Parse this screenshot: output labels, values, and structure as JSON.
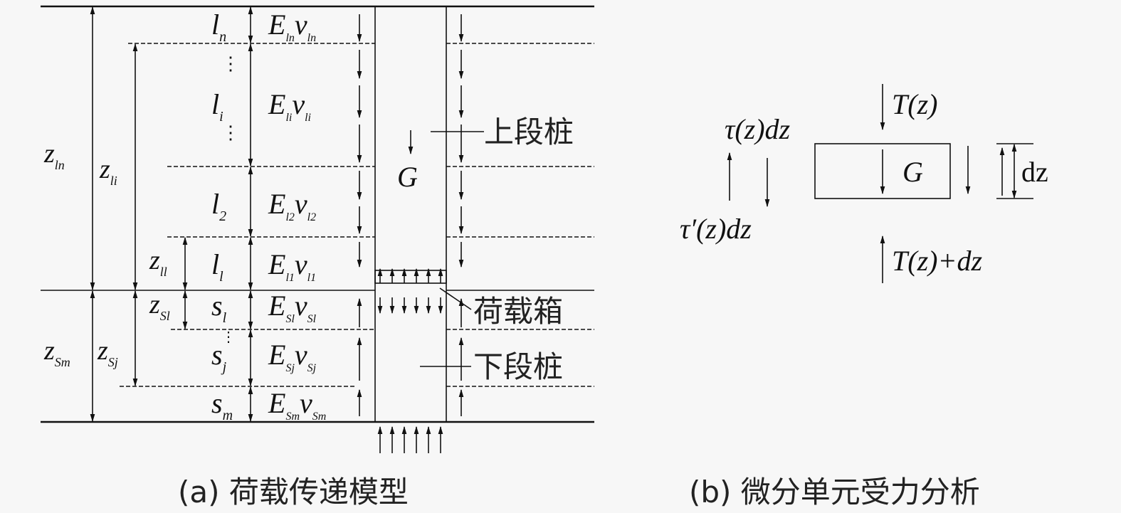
{
  "part_a": {
    "caption": "(a) 荷载传递模型",
    "pile_upper_label": "上段桩",
    "load_box_label": "荷载箱",
    "pile_lower_label": "下段桩",
    "weight_label": "G",
    "layers": [
      {
        "sym": "l",
        "sub": "n",
        "E": "E",
        "Esub": "ln",
        "v": "v",
        "vsub": "ln"
      },
      {
        "sym": "l",
        "sub": "i",
        "E": "E",
        "Esub": "li",
        "v": "v",
        "vsub": "li"
      },
      {
        "sym": "l",
        "sub": "2",
        "E": "E",
        "Esub": "l2",
        "v": "v",
        "vsub": "l2"
      },
      {
        "sym": "l",
        "sub": "l",
        "E": "E",
        "Esub": "l1",
        "v": "v",
        "vsub": "l1"
      },
      {
        "sym": "s",
        "sub": "l",
        "E": "E",
        "Esub": "Sl",
        "v": "v",
        "vsub": "Sl"
      },
      {
        "sym": "s",
        "sub": "j",
        "E": "E",
        "Esub": "Sj",
        "v": "v",
        "vsub": "Sj"
      },
      {
        "sym": "s",
        "sub": "m",
        "E": "E",
        "Esub": "Sm",
        "v": "v",
        "vsub": "Sm"
      }
    ],
    "depths": [
      {
        "sym": "z",
        "sub": "ln"
      },
      {
        "sym": "z",
        "sub": "li"
      },
      {
        "sym": "z",
        "sub": "ll"
      },
      {
        "sym": "z",
        "sub": "Sl"
      },
      {
        "sym": "z",
        "sub": "Sm"
      },
      {
        "sym": "z",
        "sub": "Sj"
      }
    ]
  },
  "part_b": {
    "caption": "(b) 微分单元受力分析",
    "top_force": "T(z)",
    "bottom_force": "T(z)+dz",
    "shear_up": "τ(z)dz",
    "shear_down": "τ′(z)dz",
    "weight_label": "G",
    "height_label": "dz"
  }
}
